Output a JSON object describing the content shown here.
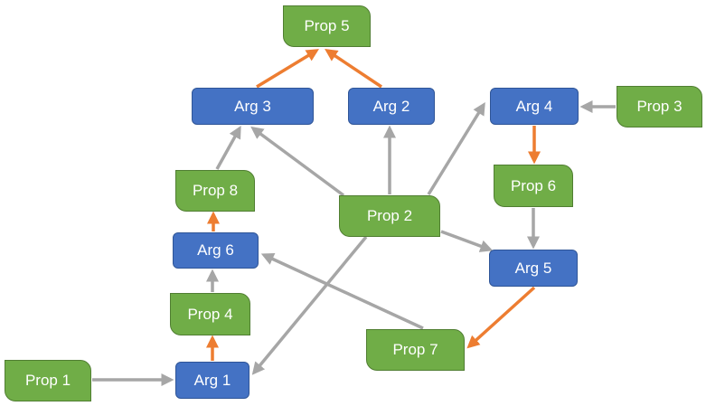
{
  "colors": {
    "argument_fill": "#4472c4",
    "proposition_fill": "#70ad47",
    "support_edge": "#a6a6a6",
    "highlight_edge": "#ed7d31"
  },
  "nodes": {
    "prop5": "Prop 5",
    "arg3": "Arg 3",
    "arg2": "Arg 2",
    "arg4": "Arg 4",
    "prop3": "Prop 3",
    "prop6": "Prop 6",
    "prop8": "Prop 8",
    "prop2": "Prop 2",
    "arg6": "Arg 6",
    "arg5": "Arg 5",
    "prop4": "Prop 4",
    "prop7": "Prop 7",
    "prop1": "Prop 1",
    "arg1": "Arg 1"
  },
  "edges": [
    {
      "from": "Arg 3",
      "to": "Prop 5",
      "color": "highlight"
    },
    {
      "from": "Arg 2",
      "to": "Prop 5",
      "color": "highlight"
    },
    {
      "from": "Prop 3",
      "to": "Arg 4",
      "color": "gray"
    },
    {
      "from": "Arg 4",
      "to": "Prop 6",
      "color": "highlight"
    },
    {
      "from": "Prop 6",
      "to": "Arg 5",
      "color": "gray"
    },
    {
      "from": "Prop 8",
      "to": "Arg 3",
      "color": "gray"
    },
    {
      "from": "Prop 2",
      "to": "Arg 3",
      "color": "gray"
    },
    {
      "from": "Prop 2",
      "to": "Arg 2",
      "color": "gray"
    },
    {
      "from": "Prop 2",
      "to": "Arg 4",
      "color": "gray"
    },
    {
      "from": "Prop 2",
      "to": "Arg 5",
      "color": "gray"
    },
    {
      "from": "Prop 2",
      "to": "Arg 1",
      "color": "gray"
    },
    {
      "from": "Arg 6",
      "to": "Prop 8",
      "color": "highlight"
    },
    {
      "from": "Prop 7",
      "to": "Arg 6",
      "color": "gray"
    },
    {
      "from": "Arg 5",
      "to": "Prop 7",
      "color": "highlight"
    },
    {
      "from": "Prop 4",
      "to": "Arg 6",
      "color": "gray"
    },
    {
      "from": "Arg 1",
      "to": "Prop 4",
      "color": "highlight"
    },
    {
      "from": "Prop 1",
      "to": "Arg 1",
      "color": "gray"
    }
  ]
}
